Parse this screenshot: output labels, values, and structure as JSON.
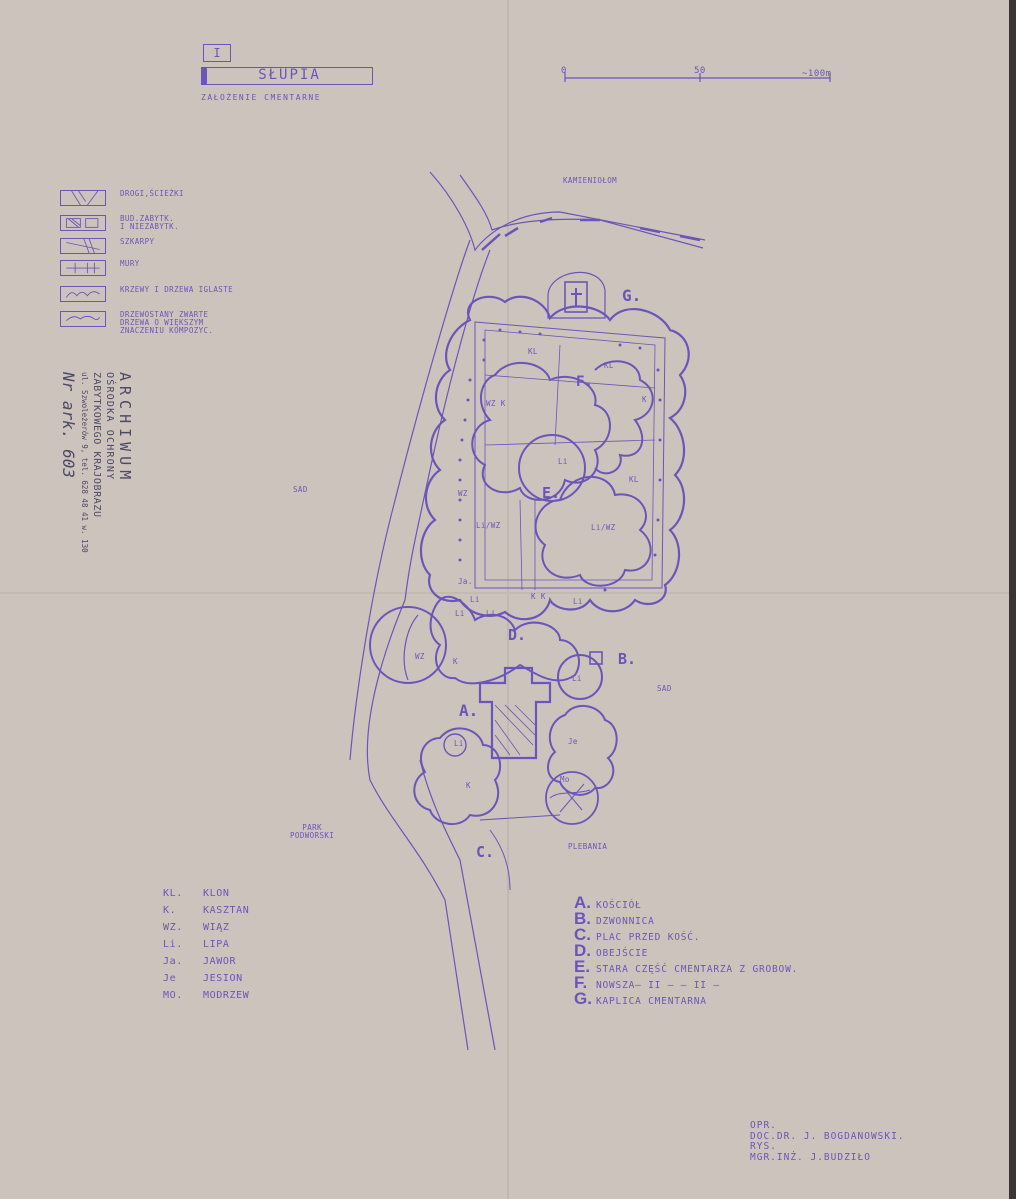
{
  "title": {
    "sheet_number": "I",
    "name": "SŁUPIA",
    "subtitle": "ZAŁOŻENIE CMENTARNE"
  },
  "scale": {
    "labels": [
      "0",
      "50",
      "~100m"
    ]
  },
  "map_labels": {
    "kamieniolom": "KAMIENIOŁOM",
    "sad_left": "SAD",
    "sad_right": "SAD",
    "park": [
      "PARK",
      "PODWORSKI"
    ],
    "plebania": "PLEBANIA",
    "zone_letters": [
      "A.",
      "B.",
      "C.",
      "D.",
      "E.",
      "F.",
      "G."
    ],
    "tree_codes": [
      "KL",
      "KL",
      "K",
      "WZ K",
      "Li",
      "KL",
      "WZ",
      "Li/WZ",
      "Li/WZ",
      "Ja.",
      "Li",
      "Li",
      "Li",
      "K K",
      "Li",
      "WZ",
      "K",
      "Li",
      "Je",
      "Li",
      "K",
      "Mo"
    ]
  },
  "legend": [
    {
      "label": [
        "DROGI,ŚCIEŻKI"
      ]
    },
    {
      "label": [
        "BUD.ZABYTK.",
        "I NIEZABYTK."
      ]
    },
    {
      "label": [
        "SZKARPY"
      ]
    },
    {
      "label": [
        "MURY"
      ]
    },
    {
      "label": [
        "KRZEWY I DRZEWA IGLASTE"
      ]
    },
    {
      "label": [
        "DRZEWOSTANY ZWARTE",
        "DRZEWA O WIĘKSZYM",
        "ZNACZENIU KOMPOZYC."
      ]
    }
  ],
  "archive_stamp": {
    "lines": [
      "ARCHIWUM",
      "OŚRODKA OCHRONY",
      "ZABYTKOWEGO KRAJOBRAZU",
      "ul. Szwoleżerów 9, tel. 628 48 41 w. 130"
    ],
    "handwritten": "Nr ark. 603"
  },
  "species_key": [
    {
      "code": "KL.",
      "name": "KLON"
    },
    {
      "code": "K.",
      "name": "KASZTAN"
    },
    {
      "code": "WZ.",
      "name": "WIĄZ"
    },
    {
      "code": "Li.",
      "name": "LIPA"
    },
    {
      "code": "Ja.",
      "name": "JAWOR"
    },
    {
      "code": "Je",
      "name": "JESION"
    },
    {
      "code": "MO.",
      "name": "MODRZEW"
    }
  ],
  "zone_key": [
    {
      "letter": "A.",
      "name": "KOŚCIÓŁ"
    },
    {
      "letter": "B.",
      "name": "DZWONNICA"
    },
    {
      "letter": "C.",
      "name": "PLAC PRZED KOŚĆ."
    },
    {
      "letter": "D.",
      "name": "OBEJŚCIE"
    },
    {
      "letter": "E.",
      "name": "STARA CZĘŚĆ CMENTARZA Z GROBOW."
    },
    {
      "letter": "F.",
      "name": "NOWSZA– II –  — II —"
    },
    {
      "letter": "G.",
      "name": "KAPLICA CMENTARNA"
    }
  ],
  "credits": [
    "OPR.",
    "DOC.DR. J. BOGDANOWSKI.",
    "RYS.",
    "MGR.INŻ. J.BUDZIŁO"
  ],
  "colors": {
    "paper": "#cdc3bd",
    "ink": "#6a56b8",
    "stamp": "#4d4a66"
  }
}
